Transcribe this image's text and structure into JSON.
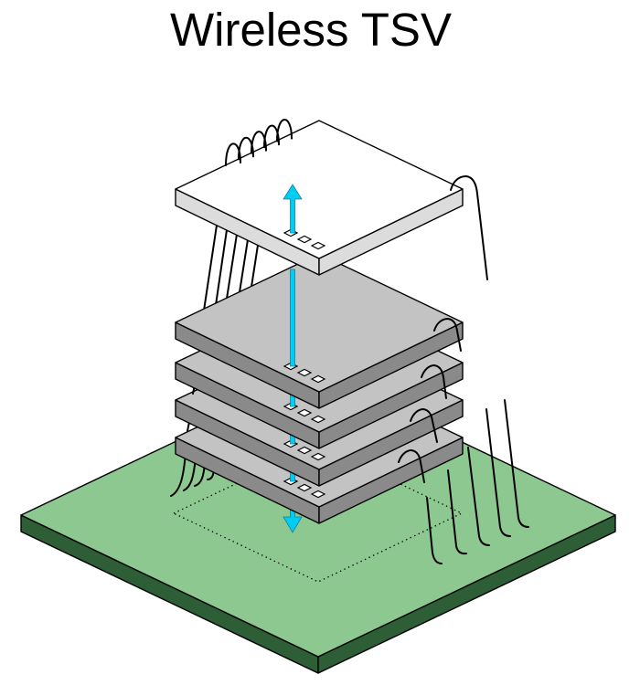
{
  "title": "Wireless TSV",
  "diagram": {
    "stacked_chip_count": 4,
    "lifted_chip_count": 1,
    "pads_per_chip": 3,
    "signal_direction": "bidirectional-vertical"
  },
  "colors": {
    "board_top": "#8dc891",
    "board_side": "#2d5e36",
    "chip_top": "#c3c3c3",
    "chip_side": "#8a8a8a",
    "lifted_chip_top": "#ffffff",
    "lifted_chip_side": "#dcdcdc",
    "signal_arrow": "#00cdf3",
    "signal_arrow_outline": "#17809a"
  }
}
